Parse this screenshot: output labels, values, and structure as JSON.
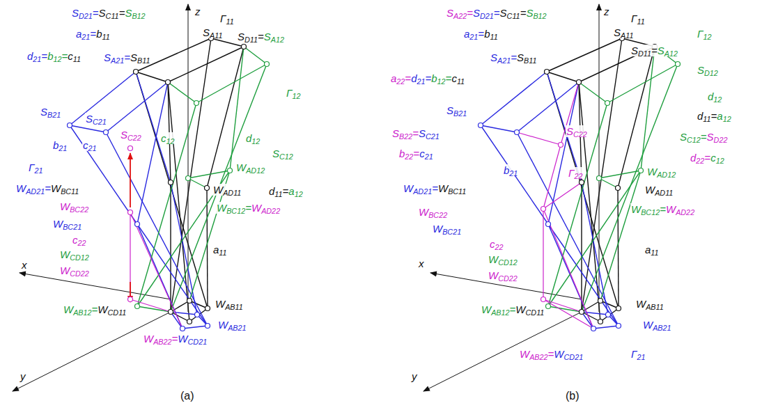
{
  "diagram": {
    "labels": [
      "z",
      "x",
      "y",
      "SD21=SC11=SB12",
      "Γ11",
      "SA11",
      "a21=b11",
      "SA21=SB11",
      "SD11=SA12",
      "d21=b12=c11",
      "Γ12",
      "SB21",
      "SC21",
      "SC22",
      "b21",
      "c21",
      "c12",
      "d12",
      "SC12",
      "Γ21",
      "WAD21=WBC11",
      "d11=a12",
      "WAD12",
      "WAD11",
      "WBC12=WAD22",
      "WBC22",
      "WBC21",
      "c22",
      "WCD12",
      "WCD22",
      "WAB12=WCD11",
      "WAB11",
      "WAB21",
      "WAB22=WCD21",
      "a11",
      "(a)",
      "z",
      "x",
      "y",
      "SA22=SD21=SC11=SB12",
      "Γ11",
      "SA11",
      "a21=b11",
      "SA21=SB11",
      "Γ12",
      "SD11=SA12",
      "a22=d21=b12=c11",
      "SD12",
      "d12",
      "d11=a12",
      "SB21",
      "SB22=SC21",
      "SC22",
      "SC12=SD22",
      "b22=c21",
      "Γ22",
      "d22=c12",
      "b21",
      "WAD21=WBC11",
      "WAD12",
      "WAD11",
      "WBC22",
      "WBC12=WAD22",
      "WBC21",
      "c22",
      "WCD12",
      "WCD22",
      "a11",
      "WAB11",
      "WAB12=WCD11",
      "WAB21",
      "WAB22=WCD21",
      "Γ21",
      "(b)"
    ]
  }
}
